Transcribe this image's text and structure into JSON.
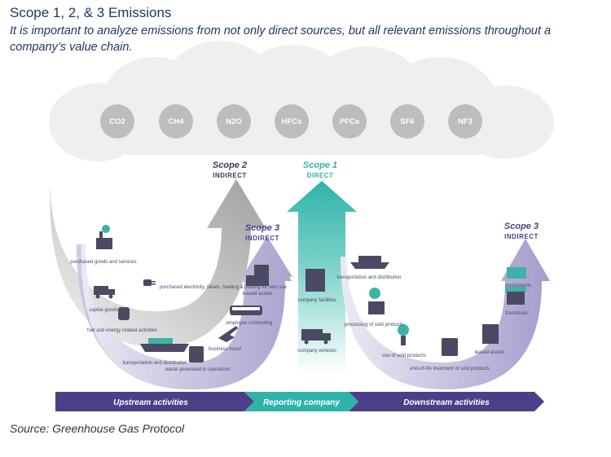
{
  "header": {
    "title": "Scope 1, 2, & 3 Emissions",
    "subtitle": "It is important to analyze emissions from not only direct sources, but all relevant emissions throughout a company’s value chain."
  },
  "gases": [
    "CO2",
    "CH4",
    "N2O",
    "HFCs",
    "PFCs",
    "SF6",
    "NF3"
  ],
  "scopes": {
    "scope2": {
      "title": "Scope 2",
      "subtitle": "INDIRECT"
    },
    "scope1": {
      "title": "Scope 1",
      "subtitle": "DIRECT"
    },
    "scope3_up": {
      "title": "Scope 3",
      "subtitle": "INDIRECT"
    },
    "scope3_down": {
      "title": "Scope 3",
      "subtitle": "INDIRECT"
    }
  },
  "upstream_items": [
    "purchased goods and services",
    "capital goods",
    "fuel and energy related activities",
    "transportation and distribution",
    "waste generated in operations",
    "business travel",
    "employee commuting",
    "leased assets"
  ],
  "scope2_item": "purchased electricity, steam, heating & cooling for own use",
  "scope1_items": [
    "company facilities",
    "company vehicles"
  ],
  "downstream_items": [
    "transportation and distribution",
    "processing of sold products",
    "use of sold products",
    "end-of-life treatment of sold products",
    "leased assets",
    "franchises",
    "investments"
  ],
  "band": {
    "upstream": "Upstream activities",
    "reporting": "Reporting company",
    "downstream": "Downstream activities"
  },
  "source": "Source: Greenhouse Gas Protocol",
  "colors": {
    "title": "#1f3864",
    "cloud": "#eeeeee",
    "gas_circle": "#bdbdbd",
    "scope2": "#a8a8a8",
    "scope1": "#3bb3a6",
    "scope3": "#b4afd4",
    "band_purple": "#4b3f88",
    "band_teal": "#2fb3a8",
    "icon": "#4a4a62"
  }
}
